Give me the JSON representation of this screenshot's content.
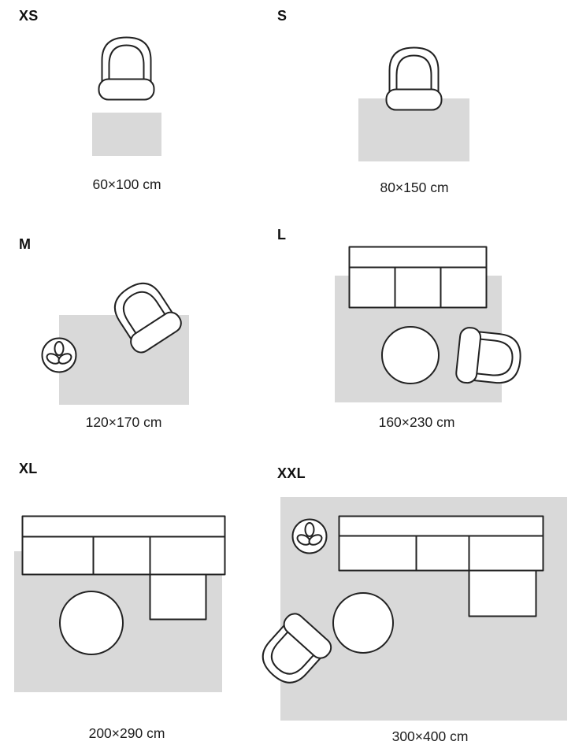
{
  "colors": {
    "background": "#ffffff",
    "rug_fill": "#d9d9d9",
    "furniture_fill": "#ffffff",
    "outline": "#222222",
    "text": "#1c1c1c"
  },
  "panels": [
    {
      "id": "xs",
      "label": "XS",
      "dimensions": "60×100 cm",
      "furniture": [
        "armchair"
      ]
    },
    {
      "id": "s",
      "label": "S",
      "dimensions": "80×150 cm",
      "furniture": [
        "armchair"
      ]
    },
    {
      "id": "m",
      "label": "M",
      "dimensions": "120×170 cm",
      "furniture": [
        "plant",
        "armchair"
      ]
    },
    {
      "id": "l",
      "label": "L",
      "dimensions": "160×230 cm",
      "furniture": [
        "sofa",
        "coffee-table",
        "armchair"
      ]
    },
    {
      "id": "xl",
      "label": "XL",
      "dimensions": "200×290 cm",
      "furniture": [
        "sectional-sofa",
        "coffee-table"
      ]
    },
    {
      "id": "xxl",
      "label": "XXL",
      "dimensions": "300×400 cm",
      "furniture": [
        "plant",
        "sectional-sofa",
        "coffee-table",
        "armchair"
      ]
    }
  ]
}
